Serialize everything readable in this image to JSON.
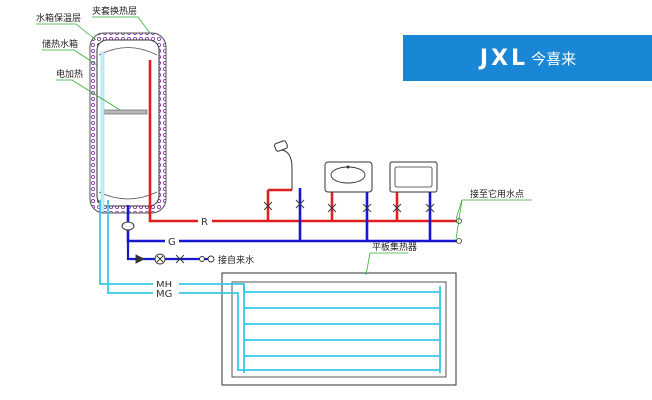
{
  "labels": {
    "tank_insulation": "水箱保温层",
    "jacket_exchanger": "夹套换热层",
    "storage_tank": "储热水箱",
    "electric_heater": "电加热",
    "domestic_hot_water": "接至它用水点",
    "solar_collector": "平板集热器",
    "cold_water_supply": "接自来水"
  },
  "pipes": {
    "r": "R",
    "g": "G",
    "mh": "MH",
    "mg": "MG"
  },
  "logo": {
    "mark": "JXL",
    "text": "今喜来"
  },
  "colors": {
    "hot": "#e0201f",
    "cold": "#1717d0",
    "solar_loop": "#38c8e8",
    "logo_bg": "#1a86d6",
    "insulation": "#8a3fa8"
  }
}
